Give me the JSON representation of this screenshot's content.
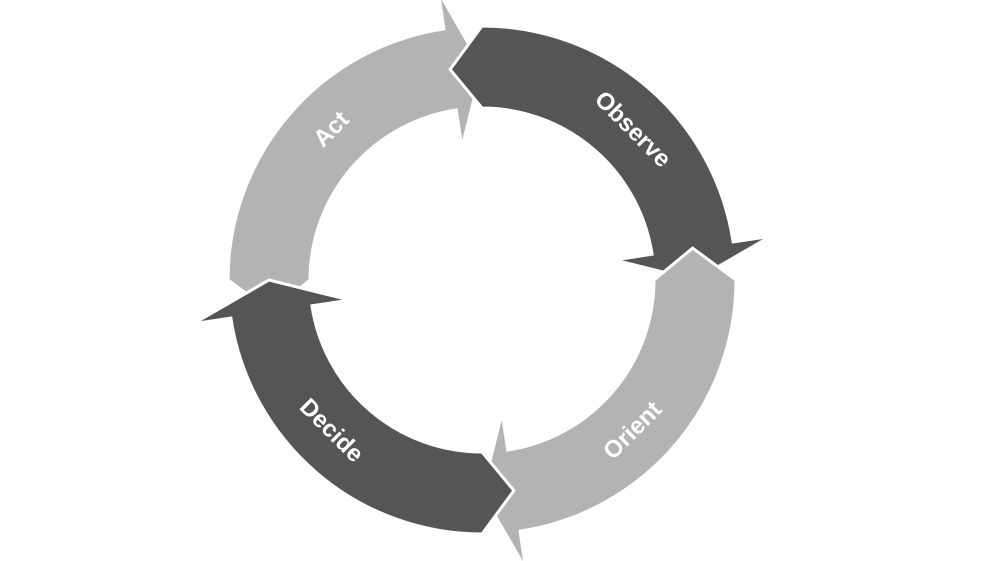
{
  "cycle": {
    "segments": [
      {
        "id": "observe",
        "label": "Observe",
        "color": "#555555"
      },
      {
        "id": "orient",
        "label": "Orient",
        "color": "#b3b3b3"
      },
      {
        "id": "decide",
        "label": "Decide",
        "color": "#555555"
      },
      {
        "id": "act",
        "label": "Act",
        "color": "#b3b3b3"
      }
    ]
  }
}
